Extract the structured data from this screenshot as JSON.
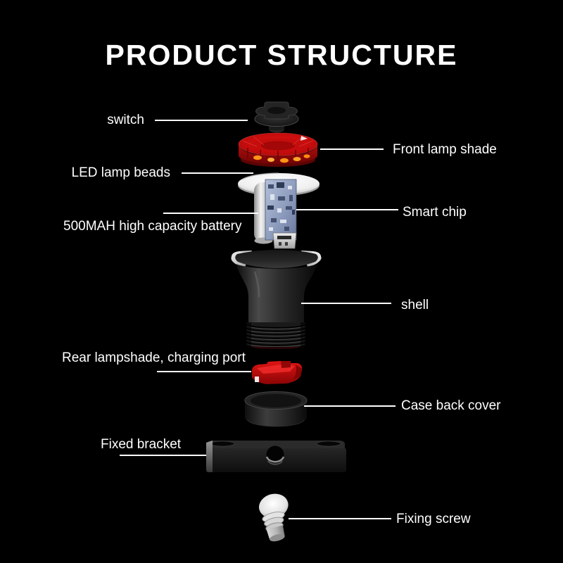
{
  "title": "PRODUCT STRUCTURE",
  "parts": [
    {
      "id": "switch",
      "label": "switch",
      "side": "left"
    },
    {
      "id": "front-lamp-shade",
      "label": "Front lamp shade",
      "side": "right"
    },
    {
      "id": "led-lamp-beads",
      "label": "LED lamp beads",
      "side": "left"
    },
    {
      "id": "smart-chip",
      "label": "Smart chip",
      "side": "right"
    },
    {
      "id": "battery",
      "label": "500MAH high capacity battery",
      "side": "left"
    },
    {
      "id": "shell",
      "label": "shell",
      "side": "right"
    },
    {
      "id": "rear-lampshade",
      "label": "Rear lampshade, charging port",
      "side": "left"
    },
    {
      "id": "case-back-cover",
      "label": "Case back cover",
      "side": "right"
    },
    {
      "id": "fixed-bracket",
      "label": "Fixed bracket",
      "side": "left"
    },
    {
      "id": "fixing-screw",
      "label": "Fixing screw",
      "side": "right"
    }
  ],
  "colors": {
    "background": "#000000",
    "text": "#ffffff",
    "leader_line": "#ffffff",
    "lamp_red": "#cc1010",
    "led_glow_orange": "#ff9417",
    "pcb_blue": "#9dabc9",
    "battery_silver": "#c8c8c8",
    "metal_dark": "#222222",
    "screw_silver": "#d9d9d9"
  }
}
